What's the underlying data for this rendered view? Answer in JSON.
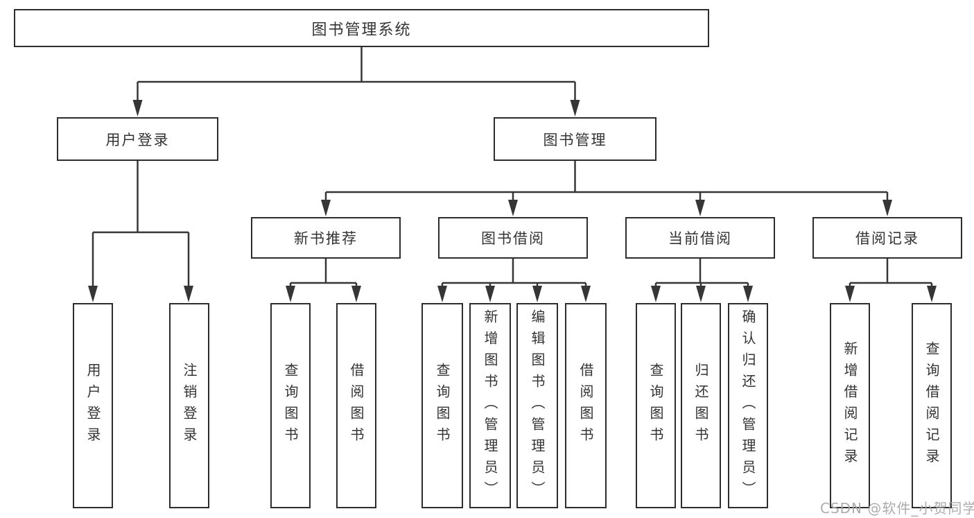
{
  "diagram": {
    "root_label": "图书管理系统",
    "level2": [
      {
        "label": "用户登录"
      },
      {
        "label": "图书管理"
      }
    ],
    "level3": [
      {
        "label": "新书推荐"
      },
      {
        "label": "图书借阅"
      },
      {
        "label": "当前借阅"
      },
      {
        "label": "借阅记录"
      }
    ],
    "groups": [
      {
        "parent": "用户登录",
        "leaves": [
          "用户登录",
          "注销登录"
        ]
      },
      {
        "parent": "新书推荐",
        "leaves": [
          "查询图书",
          "借阅图书"
        ]
      },
      {
        "parent": "图书借阅",
        "leaves": [
          "查询图书",
          "新增图书（管理员）",
          "编辑图书（管理员）",
          "借阅图书"
        ]
      },
      {
        "parent": "当前借阅",
        "leaves": [
          "查询图书",
          "归还图书",
          "确认归还（管理员）"
        ]
      },
      {
        "parent": "借阅记录",
        "leaves": [
          "新增借阅记录",
          "查询借阅记录"
        ]
      }
    ]
  },
  "watermark": {
    "text": "CSDN @软件_小贺同学"
  },
  "colors": {
    "background": "#ffffff",
    "line": "#363636",
    "box_border": "#2d2d2d",
    "text": "#333333",
    "watermark": "#a8a8a8"
  }
}
